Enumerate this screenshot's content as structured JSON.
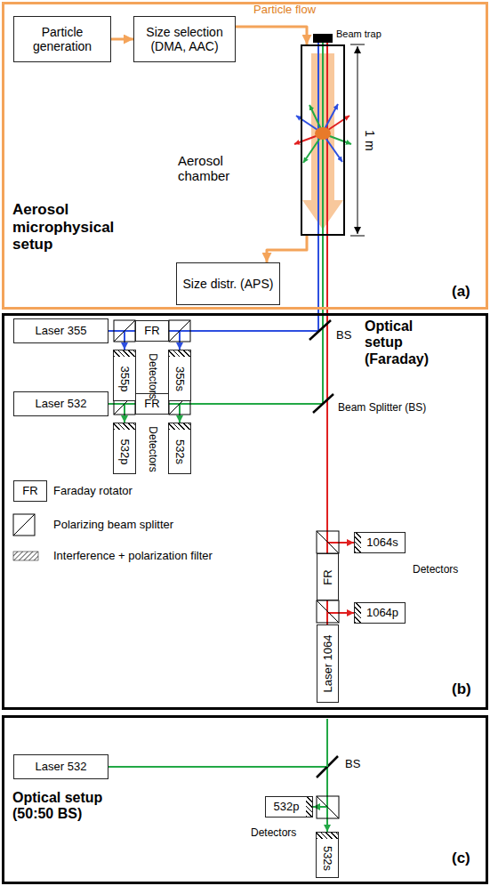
{
  "diagram": {
    "nodes": [
      {
        "text": [
          "Aerosol microphysical setup",
          "(a)"
        ]
      },
      {
        "text": [
          "Particle generation"
        ],
        "in": 0
      },
      {
        "text": [
          "Size selection (DMA, AAC)"
        ],
        "in": 0
      },
      {
        "text": [
          "Aerosol chamber"
        ],
        "in": 0
      },
      {
        "text": [
          "Size distr. (APS)"
        ],
        "in": 0
      },
      {
        "text": [
          "Optical setup (Faraday)",
          "(b)"
        ]
      },
      {
        "text": [
          "Laser 355"
        ],
        "in": 5
      },
      {
        "text": [
          "FR"
        ],
        "in": 5
      },
      {
        "text": [
          "355p"
        ],
        "in": 5
      },
      {
        "text": [
          "355s"
        ],
        "in": 5
      },
      {
        "text": [
          "Laser 532"
        ],
        "in": 5
      },
      {
        "text": [
          "FR"
        ],
        "in": 5
      },
      {
        "text": [
          "532p"
        ],
        "in": 5
      },
      {
        "text": [
          "532s"
        ],
        "in": 5
      },
      {
        "text": [
          "FR"
        ],
        "in": 5
      },
      {
        "text": [
          "1064s"
        ],
        "in": 5
      },
      {
        "text": [
          "FR"
        ],
        "in": 5
      },
      {
        "text": [
          "1064p"
        ],
        "in": 5
      },
      {
        "text": [
          "Laser 1064"
        ],
        "in": 5
      },
      {
        "text": [
          "Optical setup (50:50 BS)",
          "(c)"
        ]
      },
      {
        "text": [
          "Laser 532"
        ],
        "in": 19
      },
      {
        "text": [
          "532p"
        ],
        "in": 19
      },
      {
        "text": [
          "532s"
        ],
        "in": 19
      }
    ],
    "edges": [
      {
        "from": 1,
        "to": 2,
        "arrow": "to"
      },
      {
        "from": 2,
        "to": 3,
        "label": "Particle flow",
        "arrow": "to"
      },
      {
        "from": 3,
        "to": 4,
        "arrow": "to"
      },
      {
        "from": 6,
        "to": 7,
        "arrow": "none"
      },
      {
        "from": 7,
        "to": 3,
        "arrow": "none"
      },
      {
        "from": 6,
        "to": 8,
        "arrow": "to"
      },
      {
        "from": 7,
        "to": 9,
        "arrow": "to"
      },
      {
        "from": 10,
        "to": 11,
        "arrow": "none"
      },
      {
        "from": 11,
        "to": 3,
        "arrow": "none"
      },
      {
        "from": 10,
        "to": 12,
        "arrow": "to"
      },
      {
        "from": 11,
        "to": 13,
        "arrow": "to"
      },
      {
        "from": 18,
        "to": 16,
        "arrow": "none"
      },
      {
        "from": 16,
        "to": 3,
        "arrow": "none"
      },
      {
        "from": 18,
        "to": 17,
        "arrow": "to"
      },
      {
        "from": 16,
        "to": 15,
        "arrow": "to"
      },
      {
        "from": 20,
        "to": 22,
        "arrow": "to"
      },
      {
        "from": 20,
        "to": 21,
        "arrow": "to"
      }
    ],
    "labels": [
      "Beam trap",
      "1 m",
      "BS",
      "Detectors",
      "Beam Splitter (BS)",
      "Detectors",
      "Detectors",
      "BS",
      "Detectors"
    ],
    "legend": [
      {
        "text": "Faraday rotator"
      },
      {
        "text": "Polarizing beam splitter"
      },
      {
        "text": "Interference + polarization filter"
      }
    ]
  }
}
